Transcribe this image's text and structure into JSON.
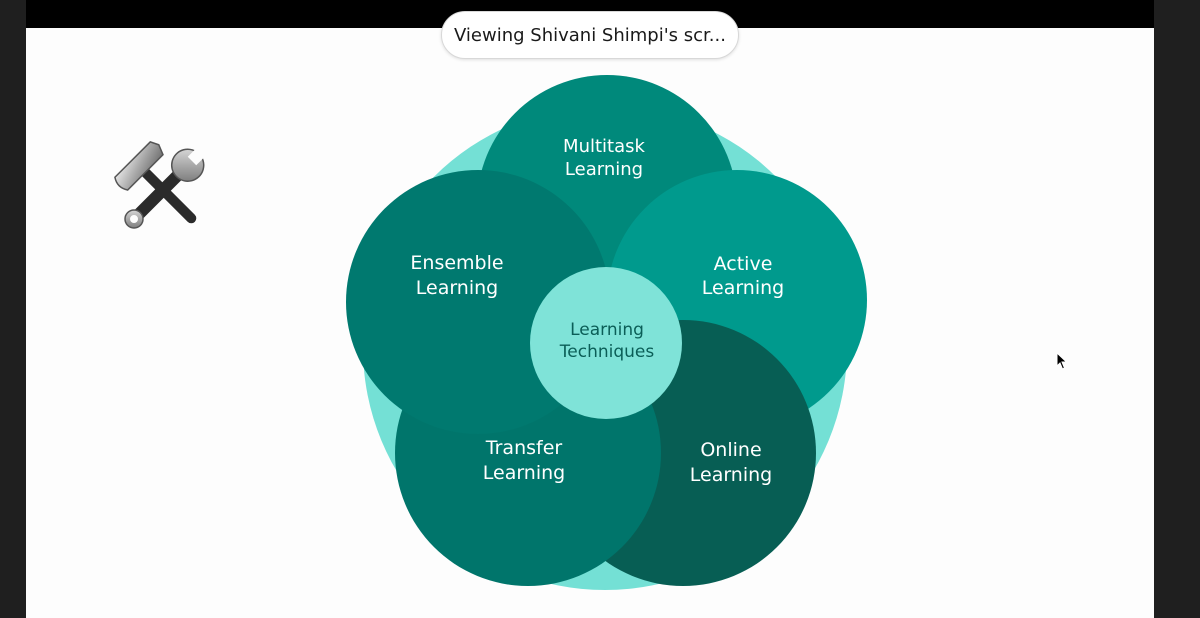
{
  "screen_share": {
    "banner_text": "Viewing Shivani Shimpi's scr..."
  },
  "slide": {
    "icon": "hammer-and-wrench-icon",
    "diagram": {
      "center": {
        "line1": "Learning",
        "line2": "Techniques"
      },
      "petals": [
        {
          "id": "multitask",
          "line1": "Multitask",
          "line2": "Learning",
          "color": "#00897B"
        },
        {
          "id": "ensemble",
          "line1": "Ensemble",
          "line2": "Learning",
          "color": "#00796F"
        },
        {
          "id": "active",
          "line1": "Active",
          "line2": "Learning",
          "color": "#009A8D"
        },
        {
          "id": "transfer",
          "line1": "Transfer",
          "line2": "Learning",
          "color": "#00756B"
        },
        {
          "id": "online",
          "line1": "Online",
          "line2": "Learning",
          "color": "#075E54"
        }
      ],
      "colors": {
        "background_disc": "#74E0D5",
        "center_circle": "#7FE3D8",
        "center_text": "#0B5E57",
        "petal_text": "#FFFFFF"
      }
    }
  }
}
